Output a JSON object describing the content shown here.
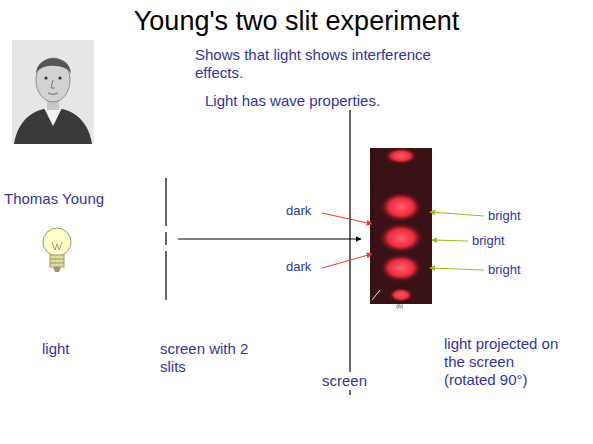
{
  "diagram": {
    "title": "Young's two slit experiment",
    "labels": [
      "Shows that light shows interference effects.",
      "Light has wave properties.",
      "Thomas Young",
      "dark",
      "dark",
      "bright",
      "bright",
      "bright",
      "(b)",
      "light",
      "screen with 2 slits",
      "screen",
      "light projected on the screen (rotated 90°)"
    ]
  }
}
